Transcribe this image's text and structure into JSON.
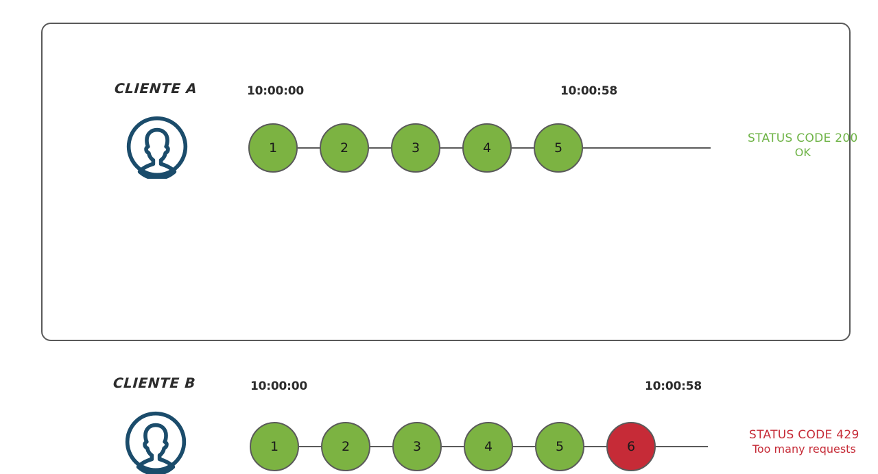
{
  "diagram": {
    "title_present": false,
    "colors": {
      "node_ok": "#7CB342",
      "node_error": "#C62B37",
      "node_border": "#5a5a5a",
      "avatar": "#1B4C6B",
      "status_ok_text": "#6EB346",
      "status_error_text": "#C62B37",
      "panel_border": "#595959",
      "background": "#ffffff"
    },
    "rows": [
      {
        "id": "cliente-a",
        "label": "CLIENTE A",
        "avatar_icon": "user-avatar-icon",
        "start_time": "10:00:00",
        "end_time": "10:00:58",
        "requests": [
          {
            "number": "1",
            "state": "ok"
          },
          {
            "number": "2",
            "state": "ok"
          },
          {
            "number": "3",
            "state": "ok"
          },
          {
            "number": "4",
            "state": "ok"
          },
          {
            "number": "5",
            "state": "ok"
          }
        ],
        "status": {
          "code_text": "STATUS CODE 200",
          "message": "OK",
          "state": "ok"
        }
      },
      {
        "id": "cliente-b",
        "label": "CLIENTE B",
        "avatar_icon": "user-avatar-icon",
        "start_time": "10:00:00",
        "end_time": "10:00:58",
        "requests": [
          {
            "number": "1",
            "state": "ok"
          },
          {
            "number": "2",
            "state": "ok"
          },
          {
            "number": "3",
            "state": "ok"
          },
          {
            "number": "4",
            "state": "ok"
          },
          {
            "number": "5",
            "state": "ok"
          },
          {
            "number": "6",
            "state": "error"
          }
        ],
        "status": {
          "code_text": "STATUS CODE 429",
          "message": "Too many requests",
          "state": "error"
        }
      }
    ]
  }
}
